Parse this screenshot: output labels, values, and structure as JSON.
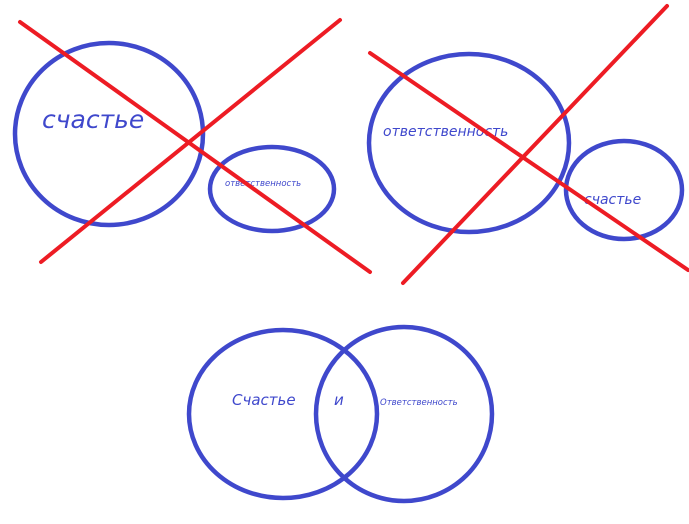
{
  "colors": {
    "circle": "#3f48cc",
    "text": "#3f48cc",
    "cross": "#ed1c24",
    "background": "#ffffff"
  },
  "panels": {
    "top_left": {
      "big_label": "счастье",
      "small_label": "ответственность",
      "crossed_out": true
    },
    "top_right": {
      "big_label": "ответственность",
      "small_label": "счастье",
      "crossed_out": true
    },
    "bottom": {
      "left_label": "Счастье",
      "conjunction": "и",
      "right_label": "Ответственность",
      "crossed_out": false
    }
  }
}
